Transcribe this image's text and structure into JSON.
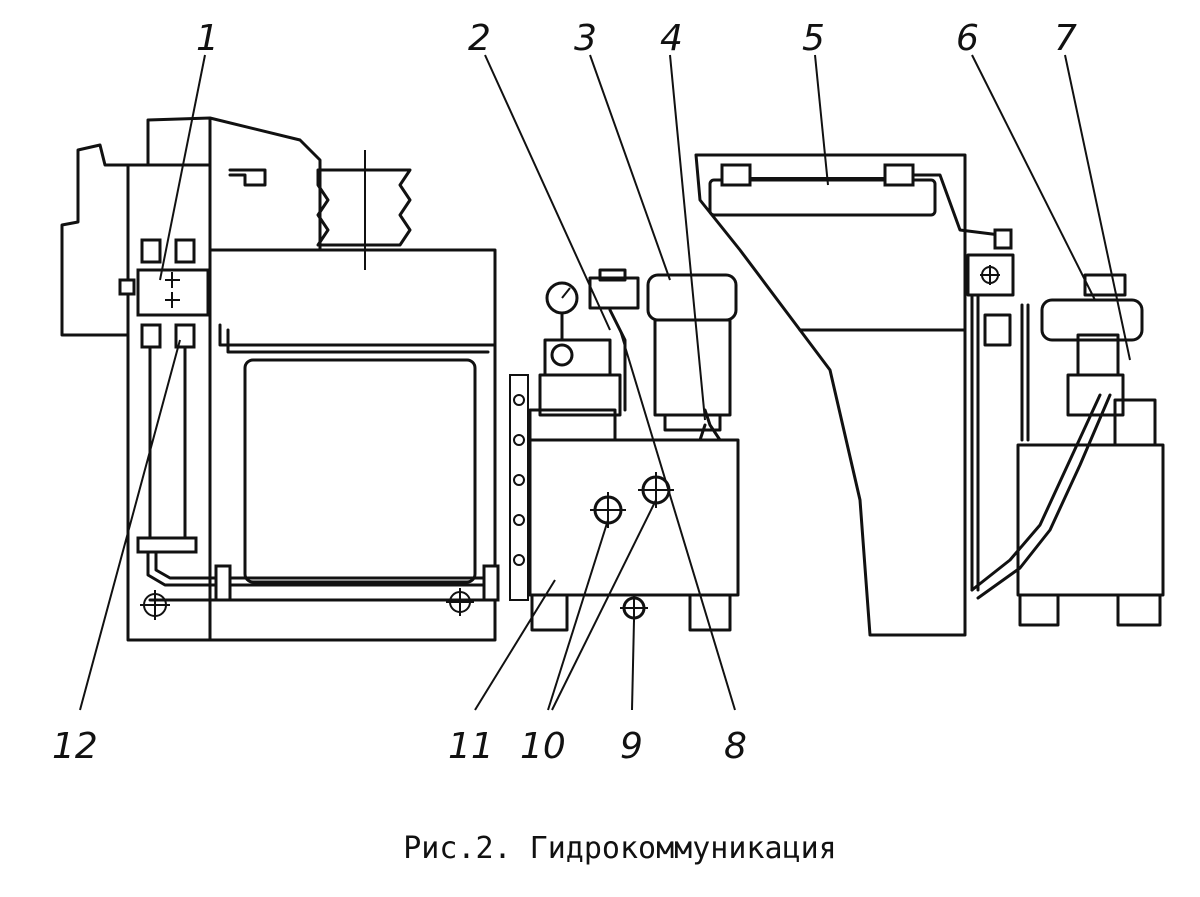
{
  "figure": {
    "caption": "Рис.2. Гидрокоммуникация",
    "callouts": [
      "1",
      "2",
      "3",
      "4",
      "5",
      "6",
      "7",
      "8",
      "9",
      "10",
      "11",
      "12"
    ]
  }
}
